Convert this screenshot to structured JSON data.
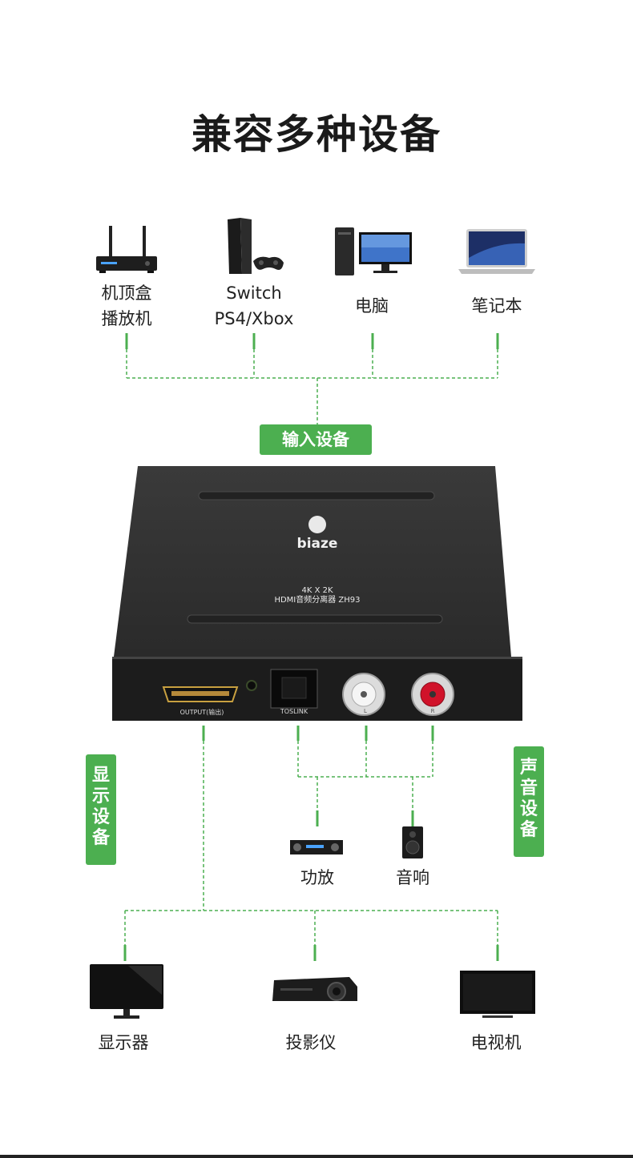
{
  "title": "兼容多种设备",
  "input_devices": [
    {
      "line1": "机顶盒",
      "line2": "播放机",
      "icon": "router-icon"
    },
    {
      "line1": "Switch",
      "line2": "PS4/Xbox",
      "icon": "game-console-icon"
    },
    {
      "line1": "电脑",
      "line2": "",
      "icon": "desktop-computer-icon"
    },
    {
      "line1": "笔记本",
      "line2": "",
      "icon": "laptop-icon"
    }
  ],
  "input_tag": "输入设备",
  "device": {
    "brand": "biaze",
    "spec_line1": "4K X 2K",
    "spec_line2": "HDMI音频分离器 ZH93",
    "port_output": "OUTPUT(输出)",
    "port_toslink": "TOSLINK",
    "rca_left": "L",
    "rca_right": "R"
  },
  "display_tag": "显示设备",
  "audio_tag": "声音设备",
  "audio_devices": [
    {
      "label": "功放",
      "icon": "amplifier-icon"
    },
    {
      "label": "音响",
      "icon": "speaker-icon"
    }
  ],
  "display_devices": [
    {
      "label": "显示器",
      "icon": "monitor-icon"
    },
    {
      "label": "投影仪",
      "icon": "projector-icon"
    },
    {
      "label": "电视机",
      "icon": "tv-icon"
    }
  ],
  "colors": {
    "accent_green": "#4caf50",
    "device_body": "#2b2b2b",
    "rca_red": "#d0122a"
  }
}
